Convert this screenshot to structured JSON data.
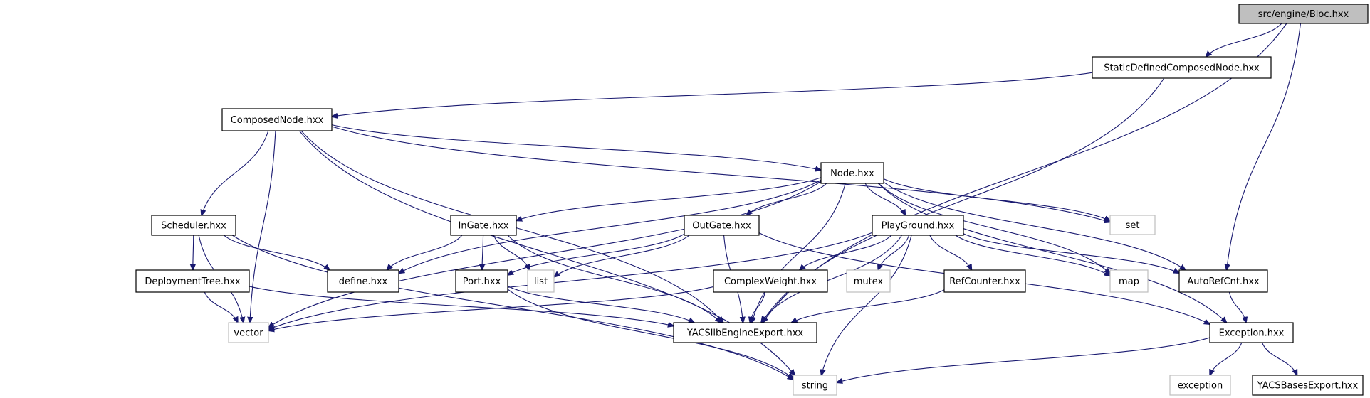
{
  "graph": {
    "edge_color": "#191970",
    "root_fill": "#bfbfbf",
    "external_border": "#bfbfbf",
    "nodes": [
      {
        "id": "bloc",
        "label": "src/engine/Bloc.hxx",
        "kind": "root"
      },
      {
        "id": "sdcn",
        "label": "StaticDefinedComposedNode.hxx",
        "kind": "file"
      },
      {
        "id": "composed",
        "label": "ComposedNode.hxx",
        "kind": "file"
      },
      {
        "id": "node",
        "label": "Node.hxx",
        "kind": "file"
      },
      {
        "id": "set",
        "label": "set",
        "kind": "external"
      },
      {
        "id": "scheduler",
        "label": "Scheduler.hxx",
        "kind": "file"
      },
      {
        "id": "ingate",
        "label": "InGate.hxx",
        "kind": "file"
      },
      {
        "id": "outgate",
        "label": "OutGate.hxx",
        "kind": "file"
      },
      {
        "id": "playground",
        "label": "PlayGround.hxx",
        "kind": "file"
      },
      {
        "id": "define",
        "label": "define.hxx",
        "kind": "file"
      },
      {
        "id": "list",
        "label": "list",
        "kind": "external"
      },
      {
        "id": "port",
        "label": "Port.hxx",
        "kind": "file"
      },
      {
        "id": "complexweight",
        "label": "ComplexWeight.hxx",
        "kind": "file"
      },
      {
        "id": "mutex",
        "label": "mutex",
        "kind": "external"
      },
      {
        "id": "refcounter",
        "label": "RefCounter.hxx",
        "kind": "file"
      },
      {
        "id": "map",
        "label": "map",
        "kind": "external"
      },
      {
        "id": "autorefcnt",
        "label": "AutoRefCnt.hxx",
        "kind": "file"
      },
      {
        "id": "deploymenttree",
        "label": "DeploymentTree.hxx",
        "kind": "file"
      },
      {
        "id": "vector",
        "label": "vector",
        "kind": "external"
      },
      {
        "id": "yacsengine",
        "label": "YACSlibEngineExport.hxx",
        "kind": "file"
      },
      {
        "id": "exception_hxx",
        "label": "Exception.hxx",
        "kind": "file"
      },
      {
        "id": "string",
        "label": "string",
        "kind": "external"
      },
      {
        "id": "exception",
        "label": "exception",
        "kind": "external"
      },
      {
        "id": "yacsbases",
        "label": "YACSBasesExport.hxx",
        "kind": "file"
      }
    ],
    "edges": [
      [
        "bloc",
        "sdcn"
      ],
      [
        "bloc",
        "autorefcnt"
      ],
      [
        "bloc",
        "yacsengine"
      ],
      [
        "sdcn",
        "composed"
      ],
      [
        "sdcn",
        "yacsengine"
      ],
      [
        "composed",
        "node"
      ],
      [
        "composed",
        "scheduler"
      ],
      [
        "composed",
        "vector"
      ],
      [
        "composed",
        "string"
      ],
      [
        "composed",
        "yacsengine"
      ],
      [
        "composed",
        "set"
      ],
      [
        "node",
        "ingate"
      ],
      [
        "node",
        "outgate"
      ],
      [
        "node",
        "playground"
      ],
      [
        "node",
        "define"
      ],
      [
        "node",
        "vector"
      ],
      [
        "node",
        "yacsengine"
      ],
      [
        "node",
        "set"
      ],
      [
        "node",
        "map"
      ],
      [
        "node",
        "autorefcnt"
      ],
      [
        "node",
        "exception_hxx"
      ],
      [
        "scheduler",
        "deploymenttree"
      ],
      [
        "scheduler",
        "define"
      ],
      [
        "scheduler",
        "vector"
      ],
      [
        "scheduler",
        "string"
      ],
      [
        "deploymenttree",
        "vector"
      ],
      [
        "deploymenttree",
        "yacsengine"
      ],
      [
        "ingate",
        "port"
      ],
      [
        "ingate",
        "list"
      ],
      [
        "ingate",
        "define"
      ],
      [
        "ingate",
        "yacsengine"
      ],
      [
        "outgate",
        "port"
      ],
      [
        "outgate",
        "list"
      ],
      [
        "outgate",
        "yacsengine"
      ],
      [
        "outgate",
        "exception_hxx"
      ],
      [
        "playground",
        "complexweight"
      ],
      [
        "playground",
        "mutex"
      ],
      [
        "playground",
        "refcounter"
      ],
      [
        "playground",
        "map"
      ],
      [
        "playground",
        "yacsengine"
      ],
      [
        "playground",
        "string"
      ],
      [
        "playground",
        "vector"
      ],
      [
        "playground",
        "autorefcnt"
      ],
      [
        "port",
        "yacsengine"
      ],
      [
        "port",
        "string"
      ],
      [
        "complexweight",
        "vector"
      ],
      [
        "complexweight",
        "yacsengine"
      ],
      [
        "refcounter",
        "yacsengine"
      ],
      [
        "autorefcnt",
        "exception_hxx"
      ],
      [
        "exception_hxx",
        "string"
      ],
      [
        "exception_hxx",
        "exception"
      ],
      [
        "exception_hxx",
        "yacsbases"
      ]
    ]
  }
}
